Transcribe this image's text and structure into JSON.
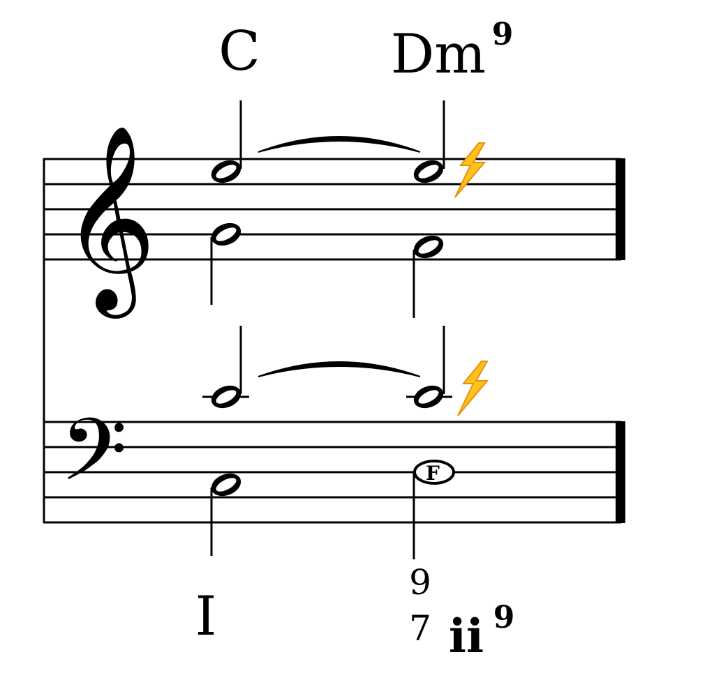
{
  "chord_symbols": [
    {
      "root": "C",
      "suffix": ""
    },
    {
      "root": "Dm",
      "suffix": "9"
    }
  ],
  "roman_numerals": [
    {
      "numeral": "I",
      "suffix": ""
    },
    {
      "numeral": "ii",
      "suffix": "9"
    }
  ],
  "figured_bass": {
    "upper": "9",
    "lower": "7"
  },
  "notehead_letter": "F",
  "clefs": {
    "treble": "𝄞",
    "bass": "𝄢"
  },
  "icons": {
    "warning": "lightning-bolt-icon"
  },
  "colors": {
    "ink": "#000000",
    "bolt_fill": "#FFC21A",
    "bolt_stroke": "#E8900C"
  }
}
